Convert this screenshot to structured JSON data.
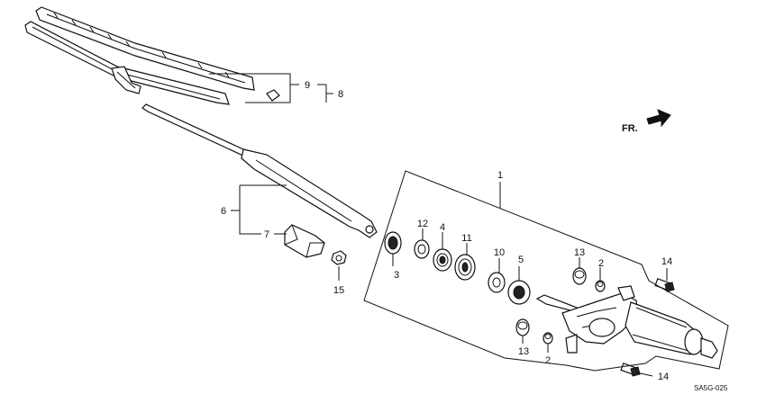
{
  "direction_label": "FR.",
  "diagram_code": "SA5G-025",
  "callouts": {
    "c1": "1",
    "c2a": "2",
    "c2b": "2",
    "c3": "3",
    "c4": "4",
    "c5": "5",
    "c6": "6",
    "c7": "7",
    "c8": "8",
    "c9": "9",
    "c10": "10",
    "c11": "11",
    "c12": "12",
    "c13a": "13",
    "c13b": "13",
    "c14a": "14",
    "c14b": "14",
    "c15": "15"
  },
  "colors": {
    "ink": "#111111",
    "paper": "#ffffff"
  }
}
